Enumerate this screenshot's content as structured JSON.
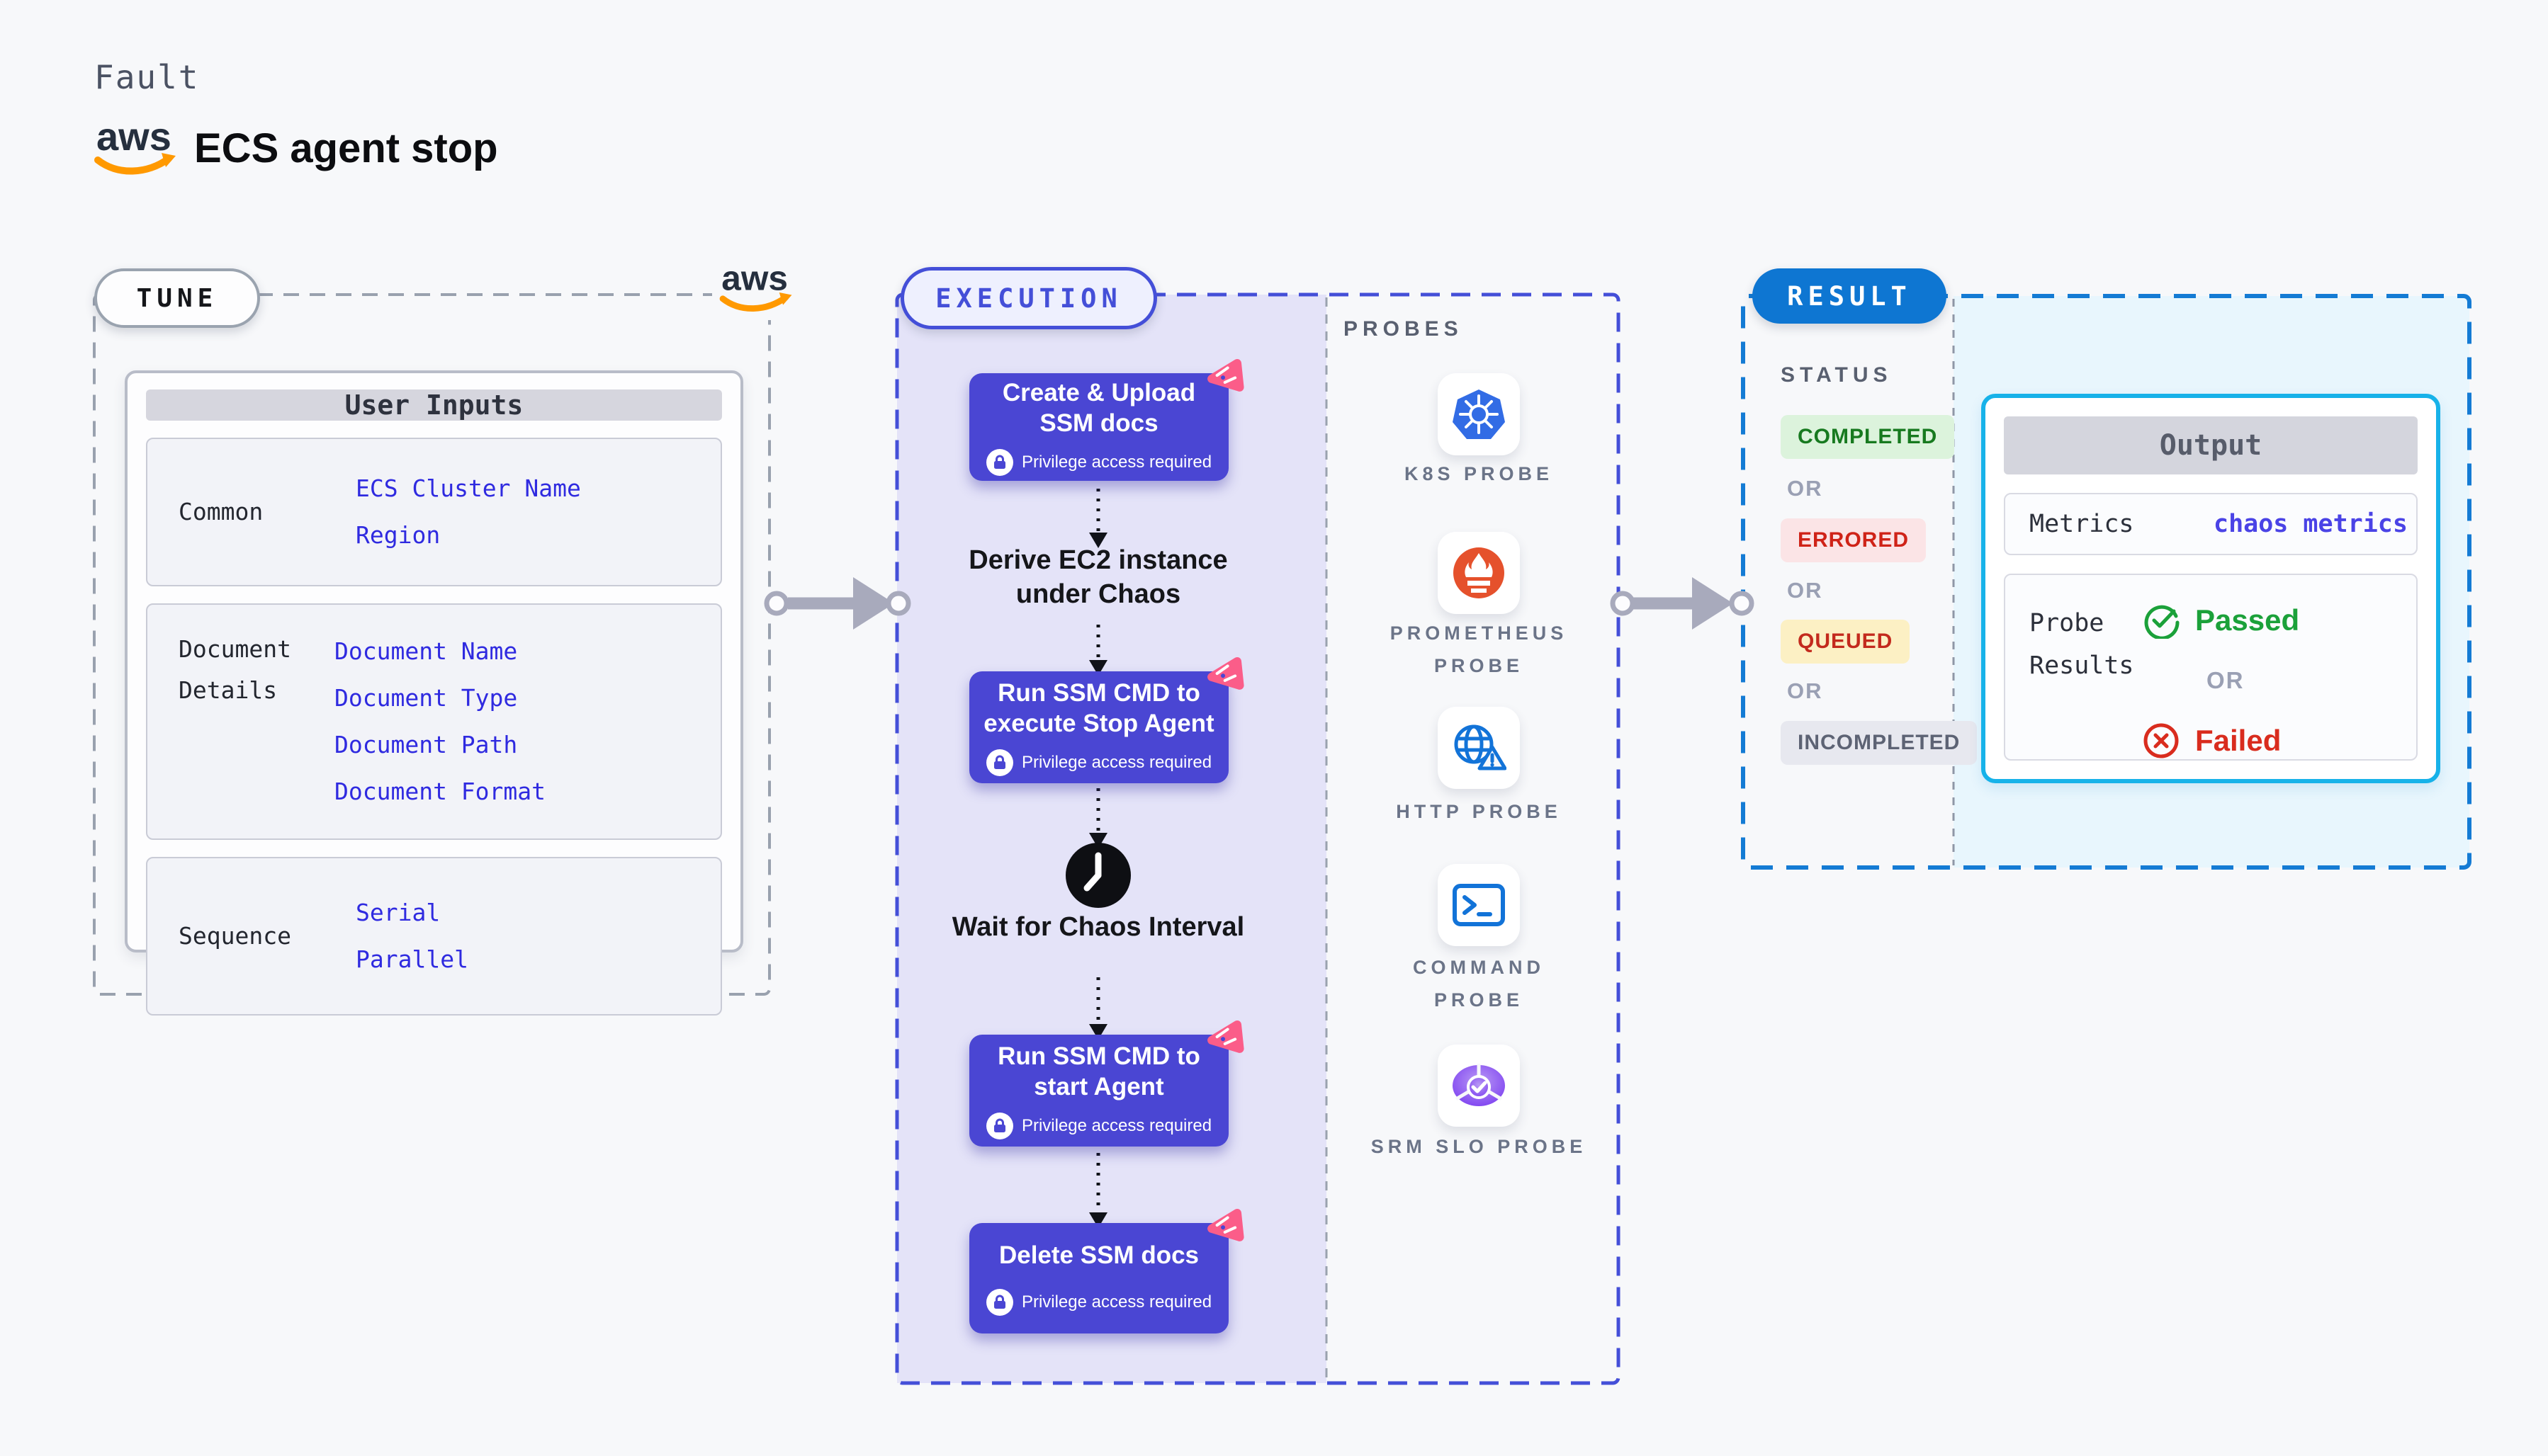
{
  "header": {
    "eyebrow": "Fault",
    "title": "ECS agent stop"
  },
  "tune": {
    "pill": "TUNE",
    "table": {
      "header": "User Inputs",
      "rows": [
        {
          "label": "Common",
          "values": [
            "ECS Cluster Name",
            "Region"
          ]
        },
        {
          "label": "Document Details",
          "values": [
            "Document Name",
            "Document Type",
            "Document Path",
            "Document Format"
          ]
        },
        {
          "label": "Sequence",
          "values": [
            "Serial",
            "Parallel"
          ]
        }
      ]
    }
  },
  "execution": {
    "pill": "EXECUTION",
    "steps": {
      "create_upload": {
        "title": "Create & Upload SSM docs",
        "badge": "Privilege access required"
      },
      "derive": "Derive EC2 instance under Chaos",
      "run_stop": {
        "title": "Run SSM CMD to execute Stop Agent",
        "badge": "Privilege access required"
      },
      "wait": "Wait for Chaos Interval",
      "run_start": {
        "title": "Run SSM CMD to start Agent",
        "badge": "Privilege access required"
      },
      "delete": {
        "title": "Delete SSM docs",
        "badge": "Privilege access required"
      }
    }
  },
  "probes": {
    "heading": "PROBES",
    "items": [
      {
        "label": "K8S PROBE",
        "icon": "kubernetes-icon"
      },
      {
        "label": "PROMETHEUS PROBE",
        "icon": "prometheus-icon"
      },
      {
        "label": "HTTP PROBE",
        "icon": "globe-warning-icon"
      },
      {
        "label": "COMMAND PROBE",
        "icon": "terminal-icon"
      },
      {
        "label": "SRM SLO PROBE",
        "icon": "slo-donut-check-icon"
      }
    ]
  },
  "result": {
    "pill": "RESULT",
    "status": {
      "heading": "STATUS",
      "or": "OR",
      "badges": [
        "COMPLETED",
        "ERRORED",
        "QUEUED",
        "INCOMPLETED"
      ]
    },
    "output": {
      "header": "Output",
      "metrics_label": "Metrics",
      "metrics_value": "chaos metrics",
      "probe_label": "Probe Results",
      "passed": "Passed",
      "or": "OR",
      "failed": "Failed"
    }
  },
  "colors": {
    "action_box": "#4a46d3",
    "execution_border": "#444fd8",
    "execution_panel": "#e4e3f8",
    "tune_border": "#99a1ae",
    "result_border": "#147bd4",
    "result_pill": "#0e76d2",
    "result_panel": "#e8f6fd",
    "value_blue": "#2f2ae0",
    "completed": "#177a1f",
    "errored": "#cf2318",
    "queued": "#c32a1d",
    "incompleted": "#5d6374",
    "passed": "#1ba13a",
    "failed": "#d92c1e",
    "pink_icon": "#fb5d89",
    "aws_orange": "#ff9900"
  }
}
